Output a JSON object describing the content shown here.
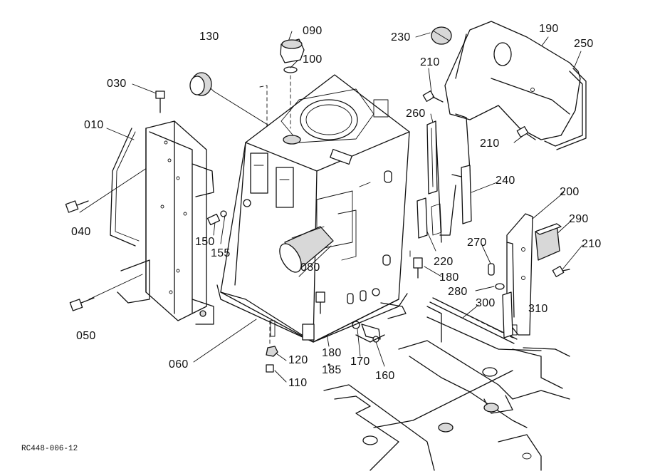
{
  "reference_code": "RC448-006-12",
  "part_labels": [
    {
      "id": "l130",
      "text": "130"
    },
    {
      "id": "l090",
      "text": "090"
    },
    {
      "id": "l100",
      "text": "100"
    },
    {
      "id": "l030",
      "text": "030"
    },
    {
      "id": "l010",
      "text": "010"
    },
    {
      "id": "l040",
      "text": "040"
    },
    {
      "id": "l050",
      "text": "050"
    },
    {
      "id": "l060",
      "text": "060"
    },
    {
      "id": "l150",
      "text": "150"
    },
    {
      "id": "l155",
      "text": "155"
    },
    {
      "id": "l080",
      "text": "080"
    },
    {
      "id": "l120",
      "text": "120"
    },
    {
      "id": "l110",
      "text": "110"
    },
    {
      "id": "l180a",
      "text": "180"
    },
    {
      "id": "l185",
      "text": "185"
    },
    {
      "id": "l170",
      "text": "170"
    },
    {
      "id": "l160",
      "text": "160"
    },
    {
      "id": "l180b",
      "text": "180"
    },
    {
      "id": "l220",
      "text": "220"
    },
    {
      "id": "l230",
      "text": "230"
    },
    {
      "id": "l190",
      "text": "190"
    },
    {
      "id": "l250",
      "text": "250"
    },
    {
      "id": "l210a",
      "text": "210"
    },
    {
      "id": "l260",
      "text": "260"
    },
    {
      "id": "l210b",
      "text": "210"
    },
    {
      "id": "l240",
      "text": "240"
    },
    {
      "id": "l200",
      "text": "200"
    },
    {
      "id": "l290",
      "text": "290"
    },
    {
      "id": "l210c",
      "text": "210"
    },
    {
      "id": "l270",
      "text": "270"
    },
    {
      "id": "l280",
      "text": "280"
    },
    {
      "id": "l300",
      "text": "300"
    },
    {
      "id": "l310",
      "text": "310"
    }
  ]
}
